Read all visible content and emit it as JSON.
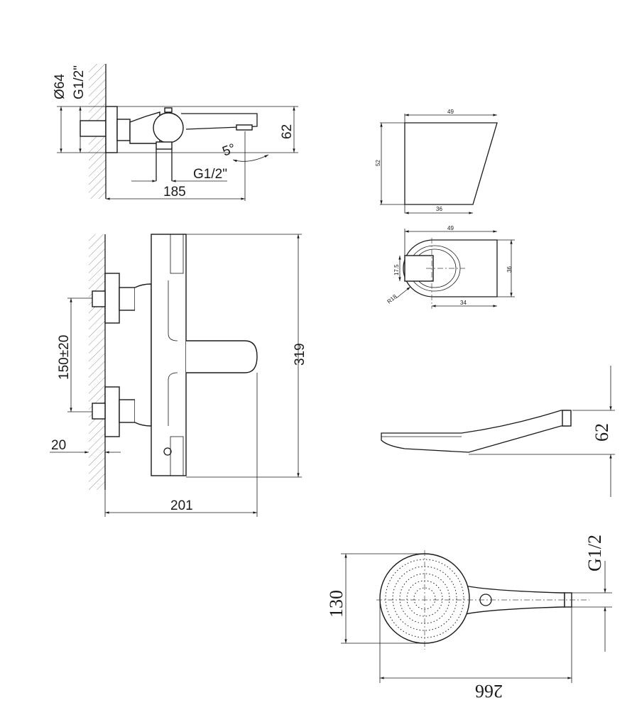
{
  "side_view": {
    "dia_label": "Ø64",
    "inlet_label": "G1/2\"",
    "height_label": "62",
    "angle_label": "5°",
    "outlet_label": "G1/2\"",
    "depth_label": "185"
  },
  "front_view": {
    "spacing_label": "150±20",
    "height_label": "319",
    "wall_label": "20",
    "depth_label": "201"
  },
  "holder_side": {
    "top_label": "49",
    "height_label": "52",
    "bottom_label": "36"
  },
  "holder_top": {
    "width_label": "49",
    "bore_label": "17.5",
    "depth_label": "36",
    "radius_label": "R18",
    "base_label": "34"
  },
  "shower_side": {
    "height_label": "62"
  },
  "shower_front": {
    "thread_label": "G1/2",
    "head_label": "130",
    "length_label": "266"
  }
}
